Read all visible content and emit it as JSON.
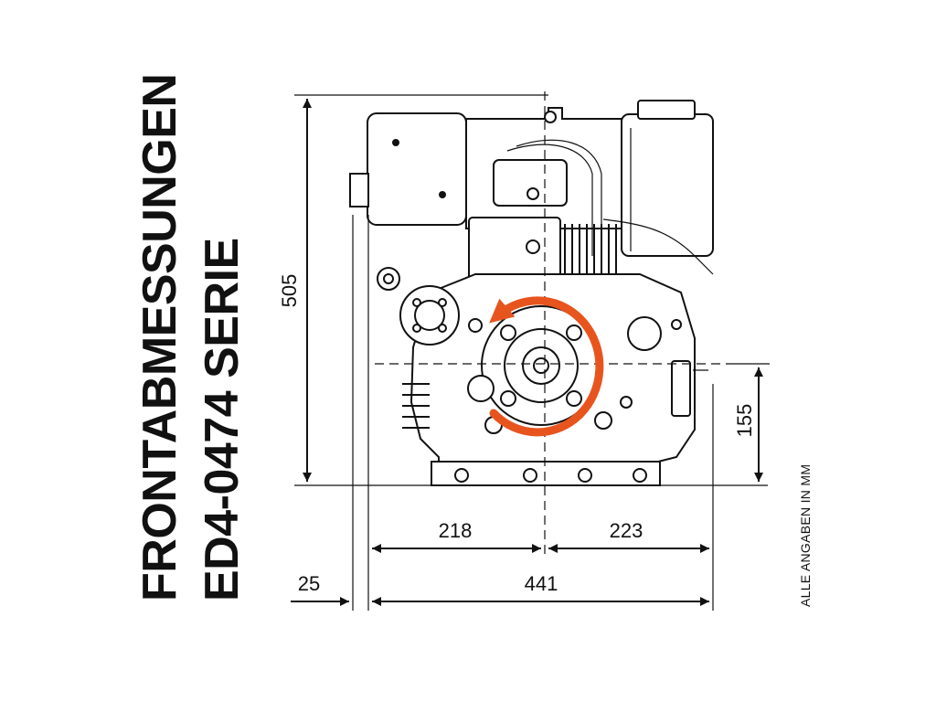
{
  "title": {
    "line1": "FRONTABMESSUNGEN",
    "line2": "ED4-0474 SERIE"
  },
  "note": "ALLE ANGABEN IN MM",
  "dimensions": {
    "height": "505",
    "shaft_height": "155",
    "left_width": "218",
    "right_width": "223",
    "total_width": "441",
    "offset": "25"
  },
  "colors": {
    "rotation_arrow": "#e8541e",
    "line": "#111111"
  },
  "icons": {
    "rotation": "counterclockwise-rotation-arrow-icon"
  }
}
